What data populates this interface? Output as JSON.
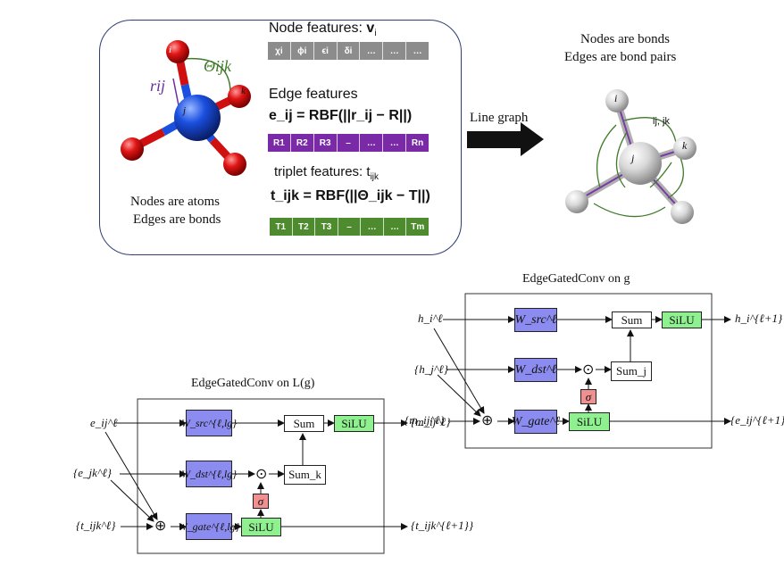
{
  "left_panel": {
    "node_title": "Node features: ",
    "node_title_bold": "v",
    "node_title_sub": "i",
    "node_cells": [
      "χi",
      "ϕi",
      "ϵi",
      "δi",
      "…",
      "…",
      "…"
    ],
    "edge_title": "Edge features",
    "edge_formula": "e_ij = RBF(||r_ij − R||)",
    "edge_cells": [
      "R1",
      "R2",
      "R3",
      "–",
      "…",
      "…",
      "Rn"
    ],
    "triplet_title": "triplet features: t",
    "triplet_sub": "ijk",
    "triplet_formula": "t_ijk = RBF(||Θ_ijk − T||)",
    "triplet_cells": [
      "T1",
      "T2",
      "T3",
      "–",
      "…",
      "…",
      "Tm"
    ],
    "angle_label": "Θijk",
    "bond_label": "rij",
    "atom_i": "i",
    "atom_j": "j",
    "atom_k": "k",
    "caption_1": "Nodes are atoms",
    "caption_2": "Edges are bonds"
  },
  "arrow_label": "Line graph",
  "right_panel": {
    "caption_1": "Nodes are bonds",
    "caption_2": "Edges are bond pairs",
    "pair_label": "ij, jk",
    "node_i": "i",
    "node_j": "j",
    "node_k": "k"
  },
  "gconv": {
    "title": "EdgeGatedConv on g",
    "in_h": "h_i^ℓ",
    "in_hj": "{h_j^ℓ}",
    "in_m": "{m_ij^ℓ}",
    "w_src": "W_src^ℓ",
    "w_dst": "W_dst^ℓ",
    "w_gate": "W_gate^ℓ",
    "sum": "Sum",
    "sum_j": "Sum_j",
    "silu": "SiLU",
    "silu2": "SiLU",
    "sigma": "σ",
    "odot": "⊙",
    "oplus": "⊕",
    "out_h": "h_i^{ℓ+1}",
    "out_e": "{e_ij^{ℓ+1}}"
  },
  "lgconv": {
    "title": "EdgeGatedConv on L(g)",
    "in_e": "e_ij^ℓ",
    "in_ejk": "{e_jk^ℓ}",
    "in_t": "{t_ijk^ℓ}",
    "w_src": "W_src^{ℓ,lg}",
    "w_dst": "W_dst^{ℓ,lg}",
    "w_gate": "W_gate^{ℓ,lg}",
    "sum": "Sum",
    "sum_k": "Sum_k",
    "silu": "SiLU",
    "silu2": "SiLU",
    "sigma": "σ",
    "odot": "⊙",
    "oplus": "⊕",
    "out_t": "{t_ijk^{ℓ+1}}"
  }
}
